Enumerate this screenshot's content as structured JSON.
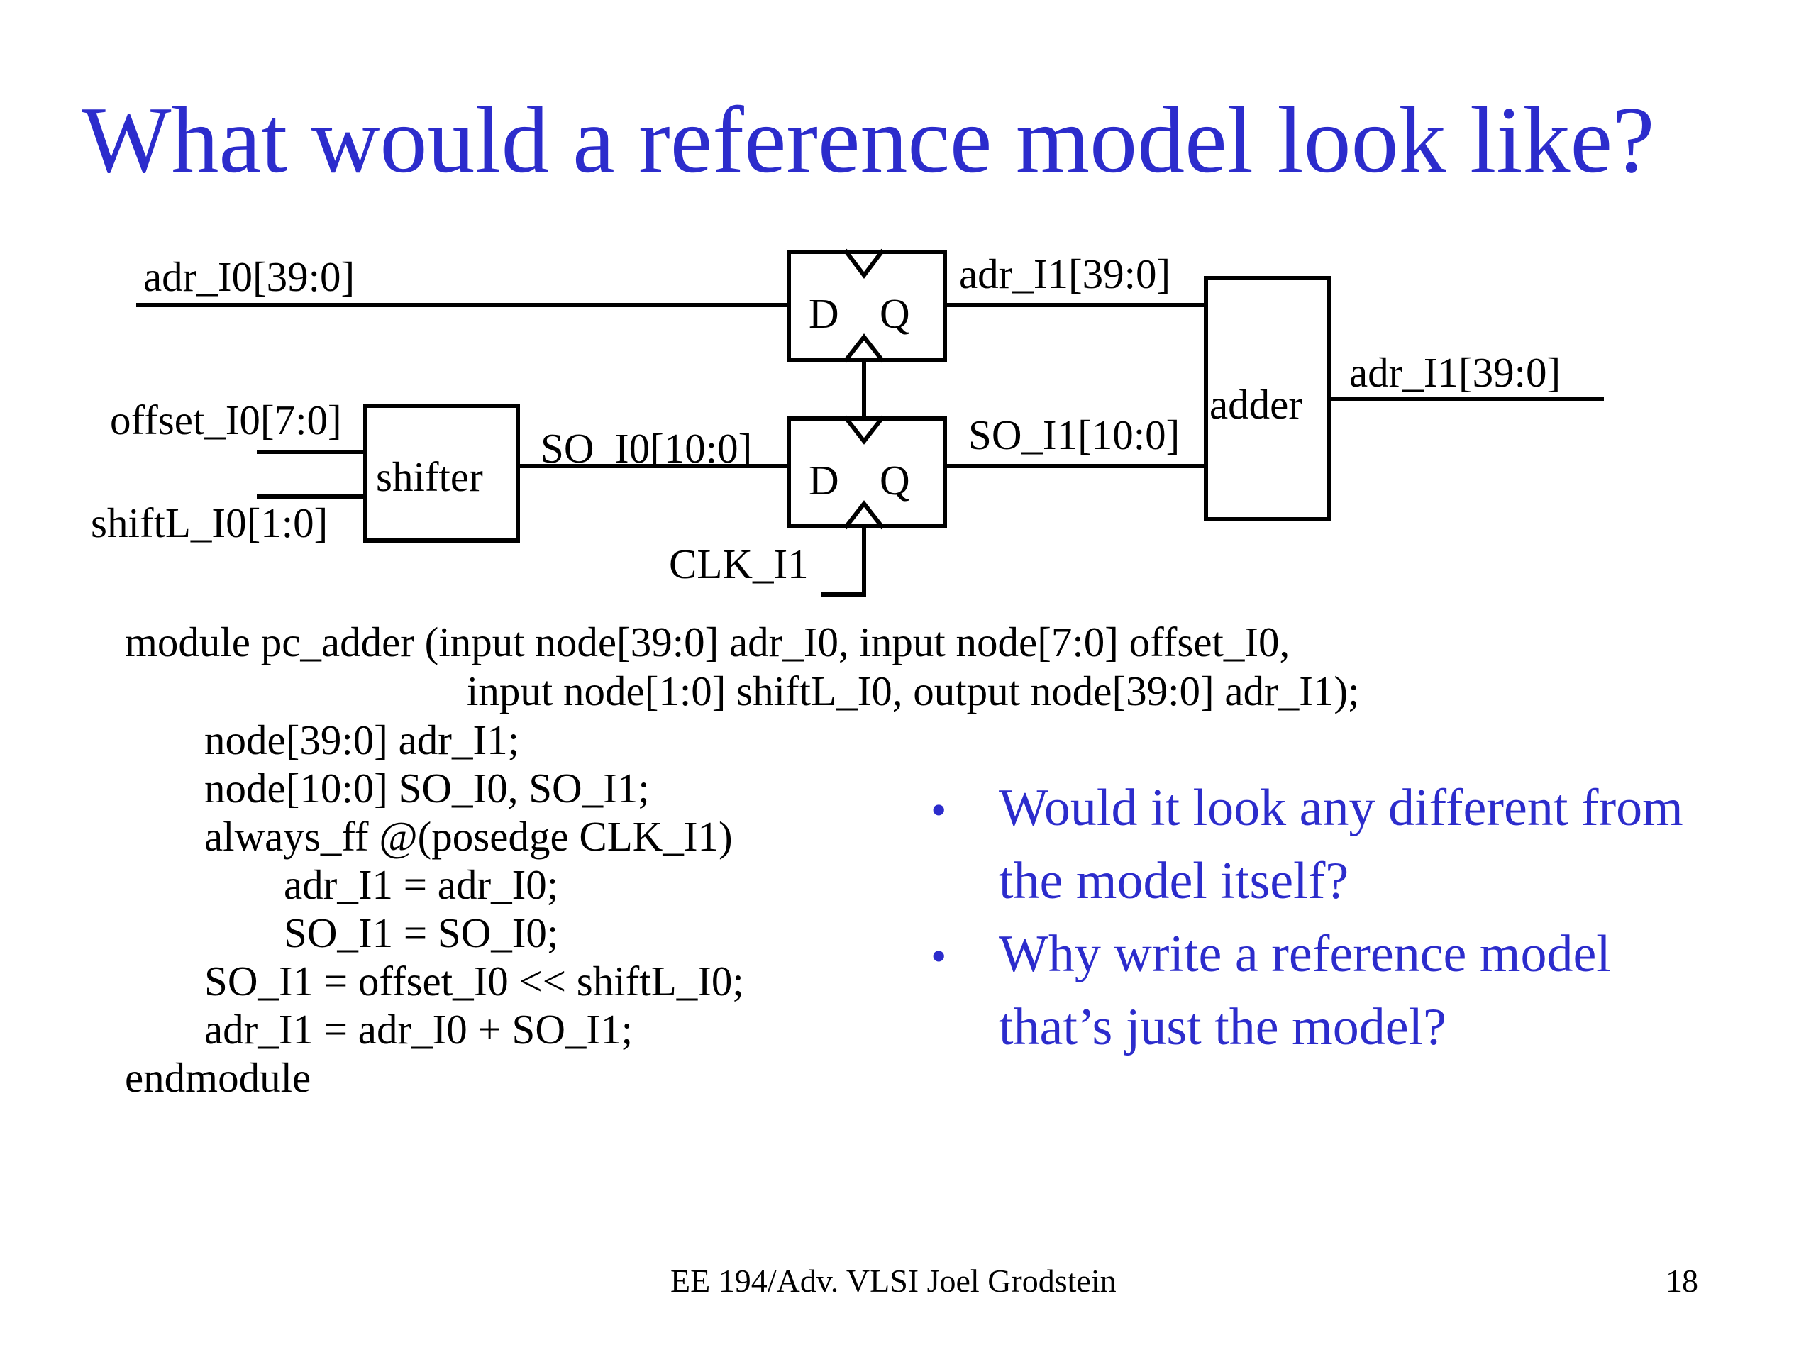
{
  "slide": {
    "title": "What would a reference model look like?",
    "footer_center": "EE 194/Adv. VLSI Joel Grodstein",
    "page_number": "18"
  },
  "diagram": {
    "blocks": {
      "flop_top": {
        "d": "D",
        "q": "Q"
      },
      "flop_bottom": {
        "d": "D",
        "q": "Q"
      },
      "shifter": "shifter",
      "adder": "adder"
    },
    "signals": {
      "adr_i0": "adr_I0[39:0]",
      "adr_i1_mid": "adr_I1[39:0]",
      "adr_i1_out": "adr_I1[39:0]",
      "offset_i0": "offset_I0[7:0]",
      "shiftl_i0": "shiftL_I0[1:0]",
      "so_i0": "SO_I0[10:0]",
      "so_i1": "SO_I1[10:0]",
      "clk_i1": "CLK_I1"
    }
  },
  "code": {
    "lines": [
      "module pc_adder (input node[39:0] adr_I0, input node[7:0] offset_I0,",
      "input node[1:0] shiftL_I0, output node[39:0] adr_I1);",
      "node[39:0] adr_I1;",
      "node[10:0] SO_I0, SO_I1;",
      "always_ff @(posedge CLK_I1)",
      "adr_I1 = adr_I0;",
      "SO_I1 = SO_I0;",
      "SO_I1 = offset_I0 << shiftL_I0;",
      "adr_I1 = adr_I0 + SO_I1;",
      "endmodule"
    ]
  },
  "bullets": {
    "marker": "•",
    "items": [
      "Would it look any different from the model itself?",
      "Why write a reference model that’s just the model?"
    ]
  },
  "colors": {
    "title": "#2c2ccc",
    "bullets": "#2c2ccc",
    "text": "#000000"
  }
}
